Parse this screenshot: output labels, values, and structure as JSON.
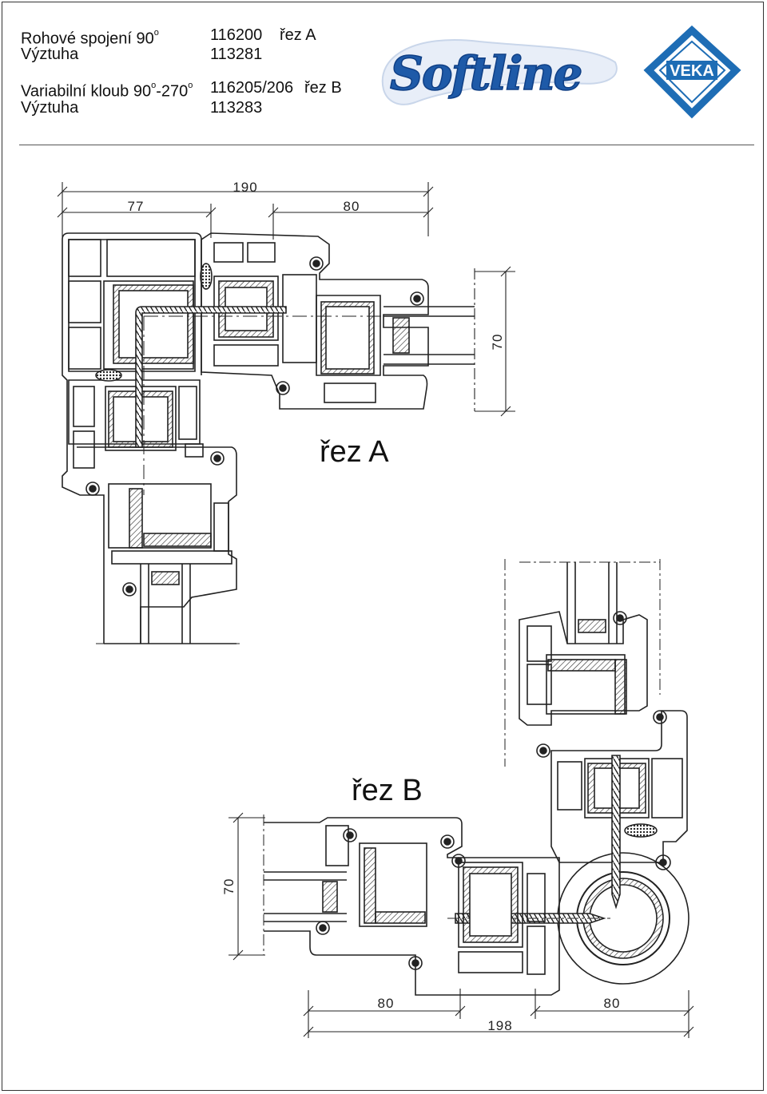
{
  "header": {
    "line1_label": "Rohové spojení  90",
    "line1_deg": "o",
    "line1_code": "116200",
    "line1_section": "řez A",
    "line2_label": "Výztuha",
    "line2_code": "113281",
    "line3_label_a": "Variabilní kloub 90",
    "line3_deg_a": "o",
    "line3_label_b": "-270",
    "line3_deg_b": "o",
    "line3_code": "116205/206",
    "line3_section": "řez B",
    "line4_label": "Výztuha",
    "line4_code": "113283"
  },
  "brand": {
    "softline_text": "Softline",
    "veka_text": "VEKA",
    "veka_color": "#1e6db5",
    "softline_color": "#1e5aa8"
  },
  "section_a": {
    "label": "řez A",
    "dim_total": "190",
    "dim_left": "77",
    "dim_right": "80",
    "dim_height": "70"
  },
  "section_b": {
    "label": "řez B",
    "dim_height": "70",
    "dim_left": "80",
    "dim_right": "80",
    "dim_total": "198"
  }
}
